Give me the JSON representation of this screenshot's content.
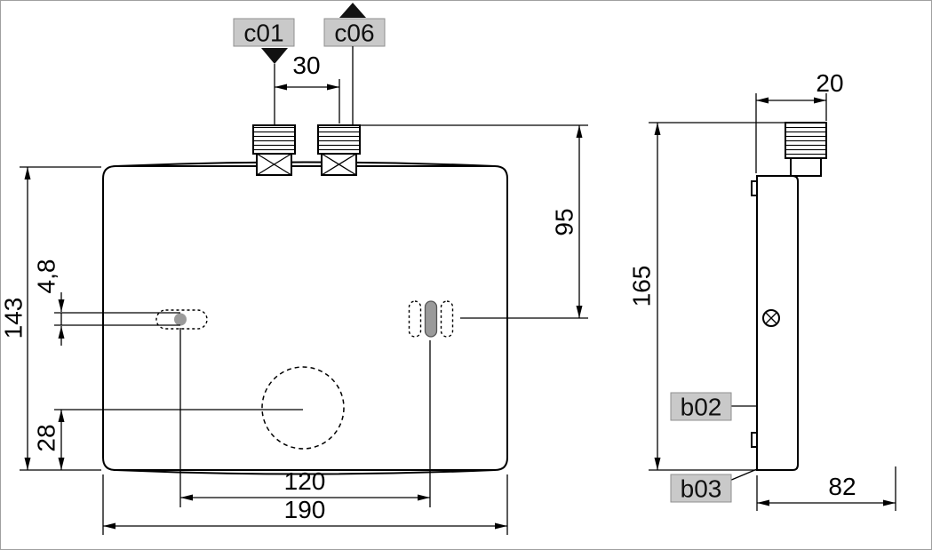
{
  "drawing": {
    "callouts": {
      "c01": "c01",
      "c06": "c06",
      "b02": "b02",
      "b03": "b03"
    },
    "dims": {
      "pipe_spacing": "30",
      "top_to_element": "95",
      "front_height": "143",
      "slot_height": "4,8",
      "knob_offset": "28",
      "feature_spacing": "120",
      "width": "190",
      "pipe_offset": "20",
      "total_height": "165",
      "depth": "82"
    },
    "colors": {
      "line": "#000000",
      "label_bg": "#c9c9c9",
      "label_border": "#8f8f8f",
      "gray_fill": "#9a9a9a",
      "arrow_fill": "#000000"
    }
  }
}
